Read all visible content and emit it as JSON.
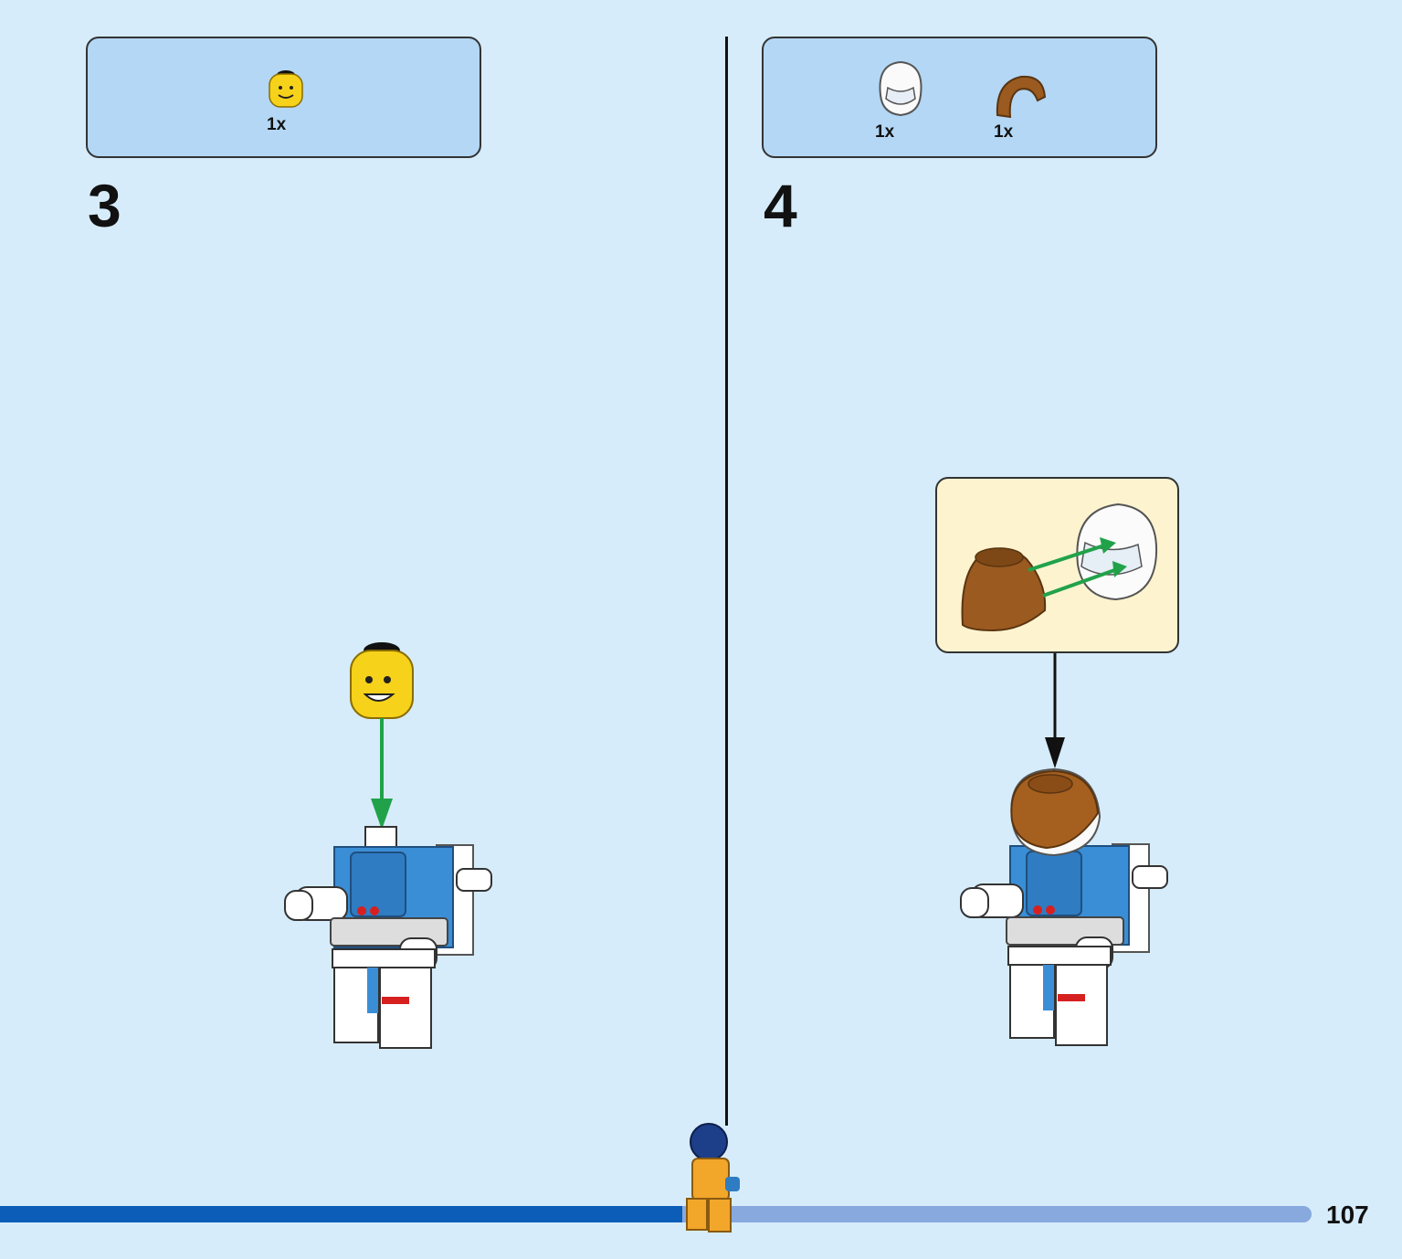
{
  "steps": [
    {
      "number": "3",
      "parts": [
        {
          "qty": "1x",
          "icon": "minifig-head-icon"
        }
      ]
    },
    {
      "number": "4",
      "parts": [
        {
          "qty": "1x",
          "icon": "space-helmet-icon"
        },
        {
          "qty": "1x",
          "icon": "hair-piece-icon"
        }
      ]
    }
  ],
  "page": {
    "number": "107",
    "progress": 0.52
  },
  "colors": {
    "background": "#d6ecfa",
    "parts_box": "#b3d7f4",
    "callout": "#fdf3cf",
    "arrow_green": "#21a24a",
    "progress_done": "#0b5db8",
    "progress_rest": "#87a9de"
  }
}
